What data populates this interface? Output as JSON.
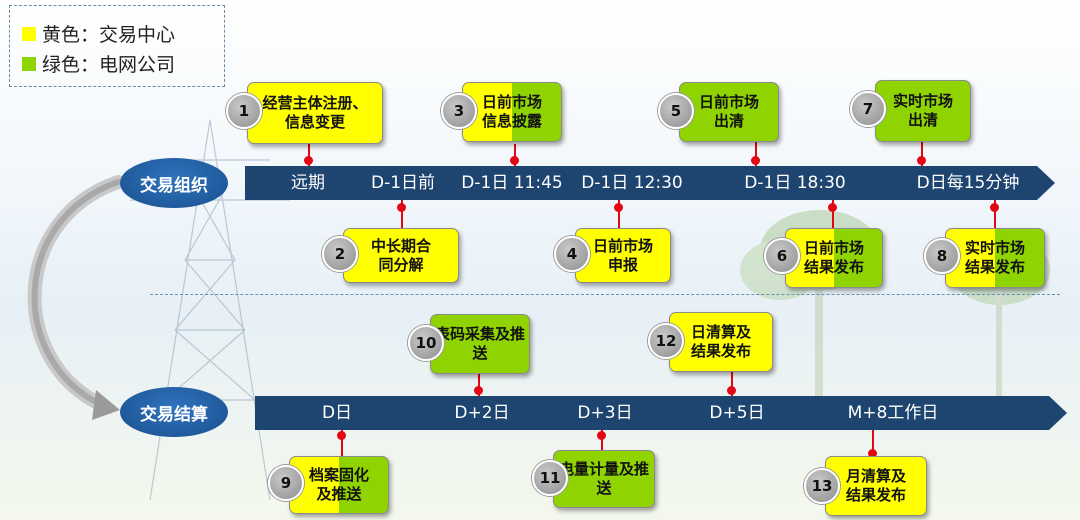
{
  "legend": {
    "yellow": "黄色：交易中心",
    "green": "绿色：电网公司",
    "yellow_color": "#ffff00",
    "green_color": "#8fd400"
  },
  "phases": {
    "organize": "交易组织",
    "settle": "交易结算"
  },
  "timeline_top": [
    "远期",
    "D-1日前",
    "D-1日 11:45",
    "D-1日 12:30",
    "D-1日 18:30",
    "D日每15分钟"
  ],
  "timeline_bottom": [
    "D日",
    "D+2日",
    "D+3日",
    "D+5日",
    "M+8工作日"
  ],
  "steps": [
    {
      "num": "1",
      "line1": "经营主体注册、",
      "line2": "信息变更",
      "color": "yellow"
    },
    {
      "num": "2",
      "line1": "中长期合",
      "line2": "同分解",
      "color": "yellow"
    },
    {
      "num": "3",
      "line1": "日前市场",
      "line2": "信息披露",
      "color": "mixed"
    },
    {
      "num": "4",
      "line1": "日前市场",
      "line2": "申报",
      "color": "yellow"
    },
    {
      "num": "5",
      "line1": "日前市场",
      "line2": "出清",
      "color": "green"
    },
    {
      "num": "6",
      "line1": "日前市场",
      "line2": "结果发布",
      "color": "mixed"
    },
    {
      "num": "7",
      "line1": "实时市场",
      "line2": "出清",
      "color": "green"
    },
    {
      "num": "8",
      "line1": "实时市场",
      "line2": "结果发布",
      "color": "mixed"
    },
    {
      "num": "9",
      "line1": "档案固化",
      "line2": "及推送",
      "color": "mixed"
    },
    {
      "num": "10",
      "line1": "表码采集及推",
      "line2": "送",
      "color": "green"
    },
    {
      "num": "11",
      "line1": "电量计量及推",
      "line2": "送",
      "color": "green"
    },
    {
      "num": "12",
      "line1": "日清算及",
      "line2": "结果发布",
      "color": "yellow"
    },
    {
      "num": "13",
      "line1": "月清算及",
      "line2": "结果发布",
      "color": "yellow"
    }
  ]
}
